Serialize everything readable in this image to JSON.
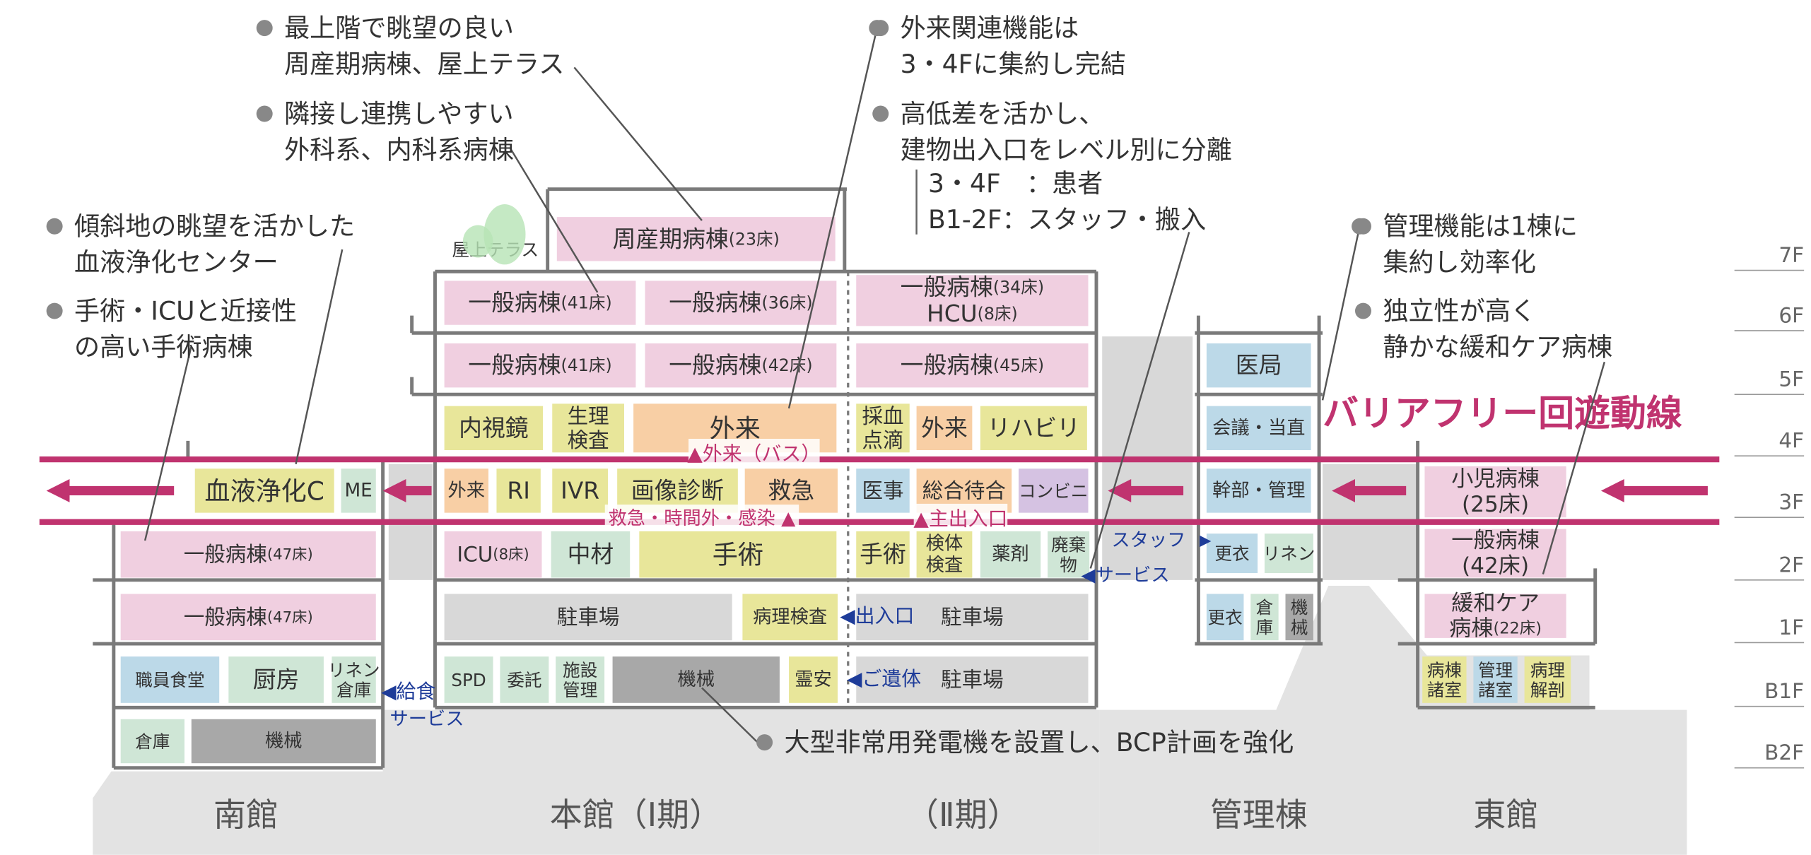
{
  "colors": {
    "pink": "#f0cfe0",
    "yellow": "#e8e69a",
    "orange": "#f8cfa5",
    "green": "#cfe6d6",
    "blue": "#bcd9e8",
    "gray": "#a8a8a8",
    "lightgray": "#d8d8d8",
    "purple": "#d5c2e2",
    "route": "#c0336f",
    "navy": "#1e3c99",
    "wall": "#7a7a7a",
    "ground": "#e3e3e3",
    "text": "#333333"
  },
  "floors": [
    "7F",
    "6F",
    "5F",
    "4F",
    "3F",
    "2F",
    "1F",
    "B1F",
    "B2F"
  ],
  "buildings": [
    "南館",
    "本館（Ⅰ期）",
    "（Ⅱ期）",
    "管理棟",
    "東館"
  ],
  "route_label": "バリアフリー回遊動線",
  "rooms": [
    {
      "id": "rooftop-terrace",
      "lines": [
        "屋上テラス"
      ],
      "color": "none"
    },
    {
      "id": "perinatal-ward",
      "lines": [
        "周産期病棟|(23床)"
      ],
      "color": "pink"
    },
    {
      "id": "general-ward-6f-1",
      "lines": [
        "一般病棟|(41床)"
      ],
      "color": "pink"
    },
    {
      "id": "general-ward-6f-2",
      "lines": [
        "一般病棟|(36床)"
      ],
      "color": "pink"
    },
    {
      "id": "general-ward-hcu",
      "lines": [
        "一般病棟|(34床)",
        "HCU|(8床)"
      ],
      "color": "pink"
    },
    {
      "id": "general-ward-5f-1",
      "lines": [
        "一般病棟|(41床)"
      ],
      "color": "pink"
    },
    {
      "id": "general-ward-5f-2",
      "lines": [
        "一般病棟|(42床)"
      ],
      "color": "pink"
    },
    {
      "id": "general-ward-5f-3",
      "lines": [
        "一般病棟|(45床)"
      ],
      "color": "pink"
    },
    {
      "id": "medical-office",
      "lines": [
        "医局"
      ],
      "color": "blue"
    },
    {
      "id": "endoscopy",
      "lines": [
        "内視鏡"
      ],
      "color": "yellow"
    },
    {
      "id": "physiology-test",
      "lines": [
        "生理",
        "検査"
      ],
      "color": "yellow"
    },
    {
      "id": "outpatient-4f",
      "lines": [
        "外来"
      ],
      "color": "orange"
    },
    {
      "id": "blood-drip",
      "lines": [
        "採血",
        "点滴"
      ],
      "color": "yellow"
    },
    {
      "id": "outpatient-4f-2",
      "lines": [
        "外来"
      ],
      "color": "orange"
    },
    {
      "id": "rehabilitation",
      "lines": [
        "リハビリ"
      ],
      "color": "yellow"
    },
    {
      "id": "meeting-duty",
      "lines": [
        "会議・当直"
      ],
      "color": "blue"
    },
    {
      "id": "dialysis-center",
      "lines": [
        "血液浄化C"
      ],
      "color": "yellow"
    },
    {
      "id": "me-room",
      "lines": [
        "ME"
      ],
      "color": "green"
    },
    {
      "id": "outpatient-3f",
      "lines": [
        "外来"
      ],
      "color": "orange"
    },
    {
      "id": "ri",
      "lines": [
        "RI"
      ],
      "color": "yellow"
    },
    {
      "id": "ivr",
      "lines": [
        "IVR"
      ],
      "color": "yellow"
    },
    {
      "id": "imaging",
      "lines": [
        "画像診断"
      ],
      "color": "yellow"
    },
    {
      "id": "emergency",
      "lines": [
        "救急"
      ],
      "color": "orange"
    },
    {
      "id": "medical-affairs",
      "lines": [
        "医事"
      ],
      "color": "blue"
    },
    {
      "id": "general-waiting",
      "lines": [
        "総合待合"
      ],
      "color": "orange"
    },
    {
      "id": "convenience-store",
      "lines": [
        "コンビニ"
      ],
      "color": "purple"
    },
    {
      "id": "executive-admin",
      "lines": [
        "幹部・管理"
      ],
      "color": "blue"
    },
    {
      "id": "pediatric-ward",
      "lines": [
        "小児病棟",
        "(25床)"
      ],
      "color": "pink"
    },
    {
      "id": "general-ward-south-2f",
      "lines": [
        "一般病棟|(47床)"
      ],
      "color": "pink"
    },
    {
      "id": "icu",
      "lines": [
        "ICU|(8床)"
      ],
      "color": "pink"
    },
    {
      "id": "central-materials",
      "lines": [
        "中材"
      ],
      "color": "green"
    },
    {
      "id": "surgery-main",
      "lines": [
        "手術"
      ],
      "color": "yellow"
    },
    {
      "id": "surgery-2",
      "lines": [
        "手術"
      ],
      "color": "yellow"
    },
    {
      "id": "specimen-test",
      "lines": [
        "検体",
        "検査"
      ],
      "color": "yellow"
    },
    {
      "id": "pharmacy",
      "lines": [
        "薬剤"
      ],
      "color": "green"
    },
    {
      "id": "waste",
      "lines": [
        "廃棄",
        "物"
      ],
      "color": "green"
    },
    {
      "id": "locker-2f",
      "lines": [
        "更衣"
      ],
      "color": "blue"
    },
    {
      "id": "linen-2f",
      "lines": [
        "リネン"
      ],
      "color": "green"
    },
    {
      "id": "general-ward-east-2f",
      "lines": [
        "一般病棟",
        "(42床)"
      ],
      "color": "pink"
    },
    {
      "id": "general-ward-south-1f",
      "lines": [
        "一般病棟|(47床)"
      ],
      "color": "pink"
    },
    {
      "id": "parking-1f-1",
      "lines": [
        "駐車場"
      ],
      "color": "lightgray"
    },
    {
      "id": "pathology",
      "lines": [
        "病理検査"
      ],
      "color": "yellow"
    },
    {
      "id": "parking-1f-2",
      "lines": [
        "駐車場"
      ],
      "color": "lightgray"
    },
    {
      "id": "locker-1f",
      "lines": [
        "更衣"
      ],
      "color": "blue"
    },
    {
      "id": "storage-1f",
      "lines": [
        "倉",
        "庫"
      ],
      "color": "green"
    },
    {
      "id": "machinery-1f",
      "lines": [
        "機",
        "械"
      ],
      "color": "gray"
    },
    {
      "id": "palliative-ward",
      "lines": [
        "緩和ケア",
        "病棟|(22床)"
      ],
      "color": "pink"
    },
    {
      "id": "staff-cafeteria",
      "lines": [
        "職員食堂"
      ],
      "color": "blue"
    },
    {
      "id": "kitchen",
      "lines": [
        "厨房"
      ],
      "color": "green"
    },
    {
      "id": "linen-storage",
      "lines": [
        "リネン",
        "倉庫"
      ],
      "color": "green"
    },
    {
      "id": "spd",
      "lines": [
        "SPD"
      ],
      "color": "green"
    },
    {
      "id": "outsourcing",
      "lines": [
        "委託"
      ],
      "color": "green"
    },
    {
      "id": "facility-management",
      "lines": [
        "施設",
        "管理"
      ],
      "color": "green"
    },
    {
      "id": "machinery-b1",
      "lines": [
        "機械"
      ],
      "color": "gray"
    },
    {
      "id": "morgue",
      "lines": [
        "霊安"
      ],
      "color": "yellow"
    },
    {
      "id": "parking-b1",
      "lines": [
        "駐車場"
      ],
      "color": "lightgray"
    },
    {
      "id": "ward-office",
      "lines": [
        "病棟",
        "諸室"
      ],
      "color": "yellow"
    },
    {
      "id": "management-office",
      "lines": [
        "管理",
        "諸室"
      ],
      "color": "blue"
    },
    {
      "id": "pathology-anatomy",
      "lines": [
        "病理",
        "解剖"
      ],
      "color": "yellow"
    },
    {
      "id": "storage-b2",
      "lines": [
        "倉庫"
      ],
      "color": "green"
    },
    {
      "id": "machinery-b2",
      "lines": [
        "機械"
      ],
      "color": "gray"
    }
  ],
  "entrances": [
    {
      "id": "bus-outpatient",
      "text": "▲外来（バス）",
      "color": "route"
    },
    {
      "id": "emergency-entrance",
      "text": "救急・時間外・感染 ▲",
      "color": "route"
    },
    {
      "id": "main-entrance",
      "text": "▲主出入口",
      "color": "route"
    },
    {
      "id": "staff-entrance",
      "text": "スタッフ",
      "color": "navy"
    },
    {
      "id": "service-entrance",
      "text": "◀サービス",
      "color": "navy"
    },
    {
      "id": "exit-entrance",
      "text": "◀出入口",
      "color": "navy"
    },
    {
      "id": "deceased-entrance",
      "text": "◀ご遺体",
      "color": "navy"
    },
    {
      "id": "food-entrance",
      "text": "◀給食",
      "color": "navy"
    },
    {
      "id": "food-service",
      "text": "サービス",
      "color": "navy"
    },
    {
      "id": "locker-arrow",
      "text": "▶",
      "color": "navy"
    }
  ],
  "callouts": [
    {
      "id": "perinatal-note",
      "lines": [
        "最上階で眺望の良い",
        "周産期病棟、屋上テラス"
      ]
    },
    {
      "id": "wards-note",
      "lines": [
        "隣接し連携しやすい",
        "外科系、内科系病棟"
      ]
    },
    {
      "id": "dialysis-note",
      "lines": [
        "傾斜地の眺望を活かした",
        "血液浄化センター"
      ]
    },
    {
      "id": "surgery-note",
      "lines": [
        "手術・ICUと近接性",
        "の高い手術病棟"
      ]
    },
    {
      "id": "outpatient-note",
      "lines": [
        "外来関連機能は",
        "3・4Fに集約し完結"
      ]
    },
    {
      "id": "levels-note",
      "lines": [
        "高低差を活かし、",
        "建物出入口をレベル別に分離"
      ]
    },
    {
      "id": "levels-sub-1",
      "lines": [
        "3・4F　：患者"
      ]
    },
    {
      "id": "levels-sub-2",
      "lines": [
        "B1-2F：スタッフ・搬入"
      ]
    },
    {
      "id": "management-note",
      "lines": [
        "管理機能は1棟に",
        "集約し効率化"
      ]
    },
    {
      "id": "palliative-note",
      "lines": [
        "独立性が高く",
        "静かな緩和ケア病棟"
      ]
    },
    {
      "id": "generator-note",
      "lines": [
        "大型非常用発電機を設置し、BCP計画を強化"
      ]
    }
  ]
}
